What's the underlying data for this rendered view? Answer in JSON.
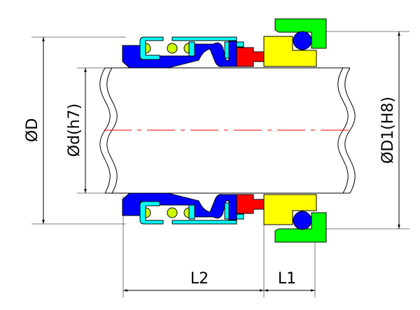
{
  "labels": {
    "outer_diameter": "ØD",
    "shaft_diameter": "Ød(h7)",
    "seat_diameter": "ØD1(H8)",
    "length_l2": "L2",
    "length_l1": "L1"
  },
  "colors": {
    "bellows": "#0000ff",
    "retainer": "#00ffff",
    "springs": "#ccff00",
    "seal_face": "#ff0000",
    "stationary_seat": "#ffff00",
    "seat_gland": "#00ff00",
    "o_ring": "#0000ff",
    "centerline": "#ff0000"
  }
}
